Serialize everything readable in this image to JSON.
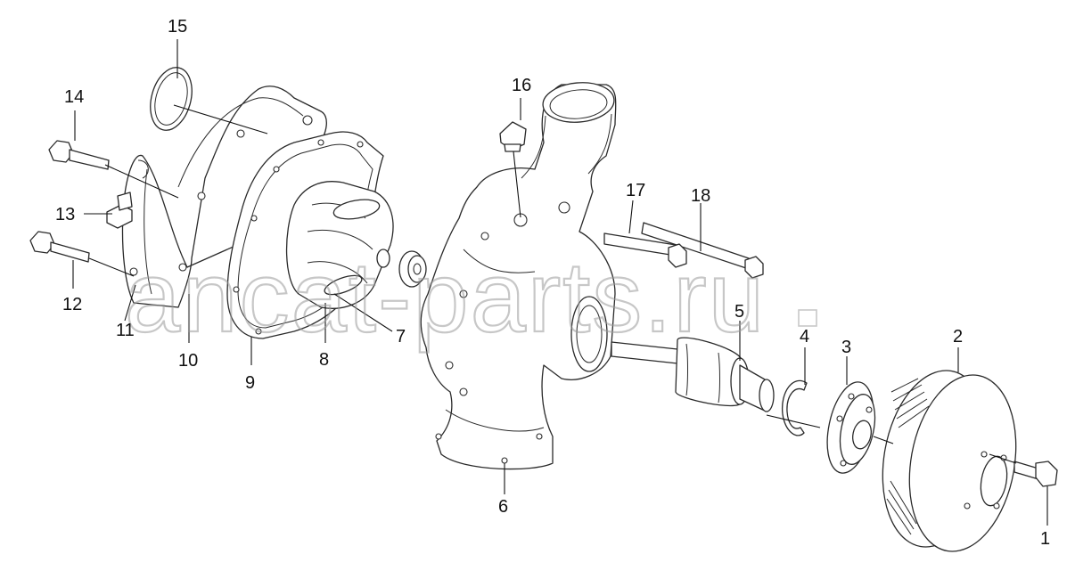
{
  "diagram": {
    "watermark": "ancat-parts.ru",
    "callouts": [
      {
        "id": "1",
        "part": "pulley-bolt"
      },
      {
        "id": "2",
        "part": "pulley"
      },
      {
        "id": "3",
        "part": "hub"
      },
      {
        "id": "4",
        "part": "snap-ring"
      },
      {
        "id": "5",
        "part": "shaft-bearing"
      },
      {
        "id": "6",
        "part": "pump-housing"
      },
      {
        "id": "7",
        "part": "seal"
      },
      {
        "id": "8",
        "part": "impeller"
      },
      {
        "id": "9",
        "part": "gasket"
      },
      {
        "id": "10",
        "part": "cover"
      },
      {
        "id": "11",
        "part": "cover-bolt-hole"
      },
      {
        "id": "12",
        "part": "bolt"
      },
      {
        "id": "13",
        "part": "plug"
      },
      {
        "id": "14",
        "part": "bolt"
      },
      {
        "id": "15",
        "part": "o-ring"
      },
      {
        "id": "16",
        "part": "drain-plug"
      },
      {
        "id": "17",
        "part": "stud"
      },
      {
        "id": "18",
        "part": "stud"
      }
    ]
  }
}
